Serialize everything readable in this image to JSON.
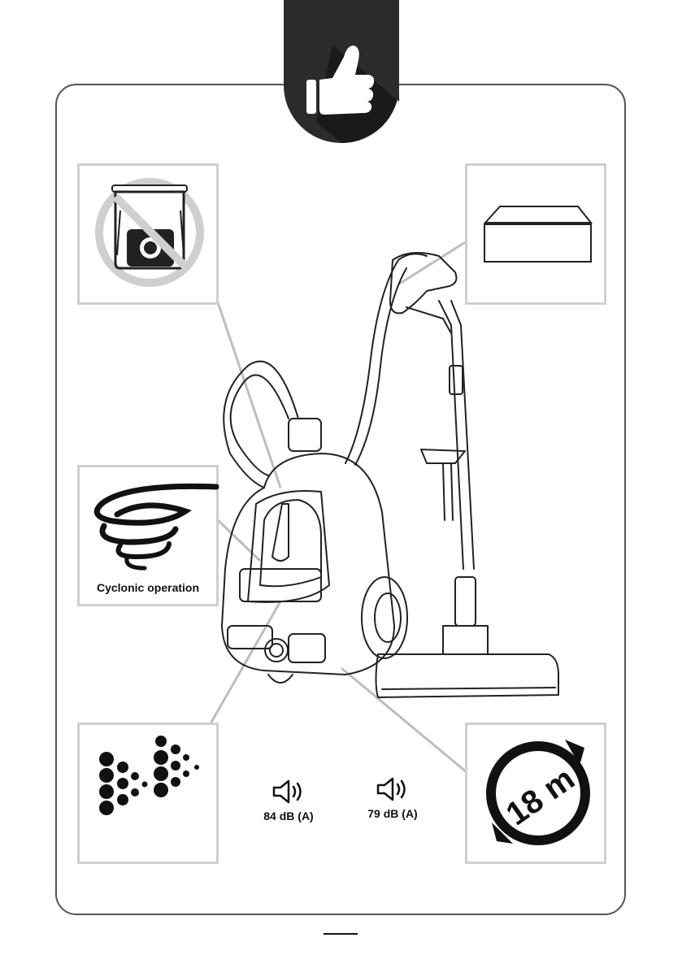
{
  "panels": {
    "no_bag": {
      "icon": "no-dust-bag-icon"
    },
    "filter_box": {
      "icon": "filter-box-icon"
    },
    "cyclonic": {
      "icon": "cyclone-icon",
      "label": "Cyclonic operation"
    },
    "filtration": {
      "icon": "particle-filtration-icon"
    },
    "cord_length": {
      "icon": "cord-radius-icon",
      "label": "18 m"
    }
  },
  "noise": [
    {
      "icon": "speaker-icon",
      "label": "84 dB (A)"
    },
    {
      "icon": "speaker-icon",
      "label": "79 dB (A)"
    }
  ],
  "header": {
    "icon": "thumbs-up-icon"
  },
  "illustration": {
    "icon": "vacuum-cleaner-icon"
  },
  "colors": {
    "frame": "#555555",
    "panel_border": "#cfcfcf",
    "badge": "#2b2b2b",
    "ink": "#111111"
  }
}
